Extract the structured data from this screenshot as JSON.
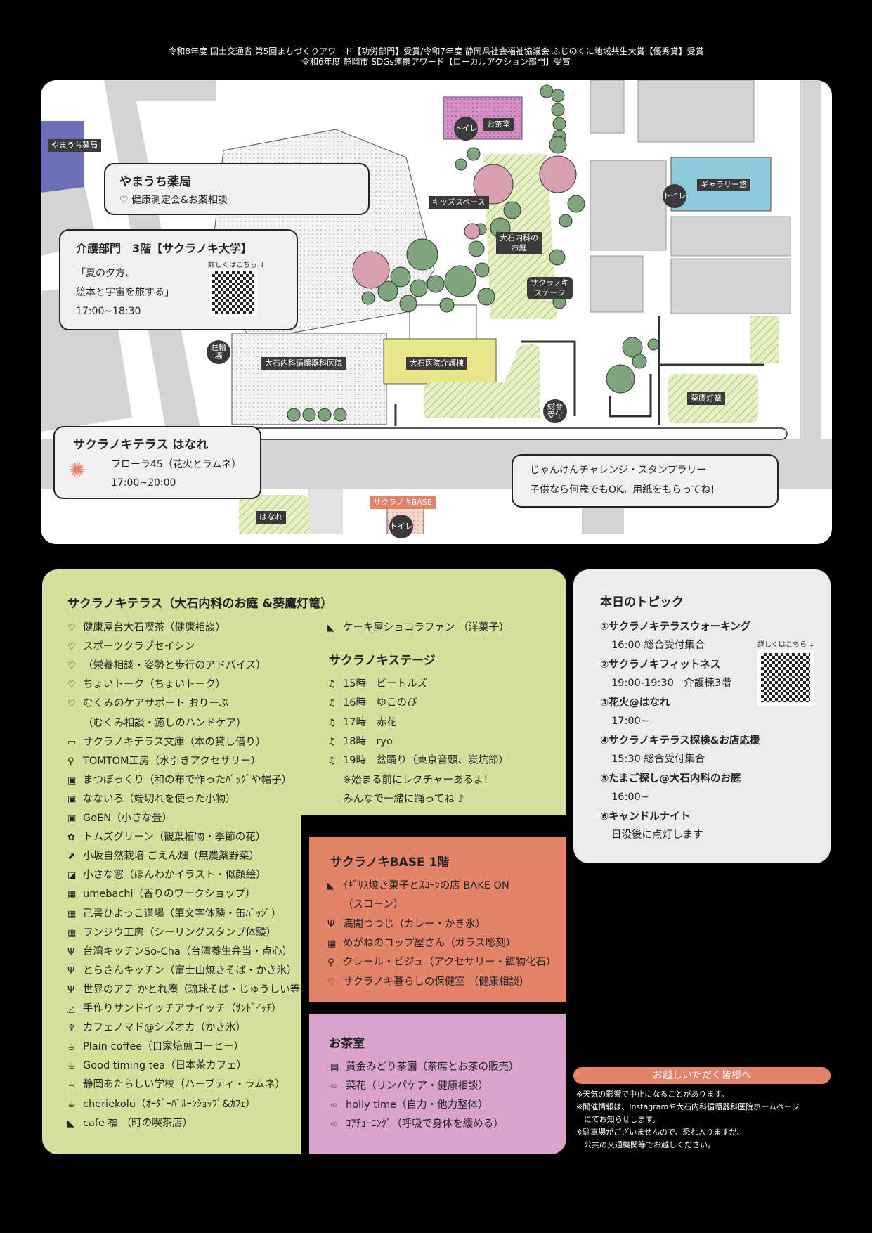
{
  "awards": {
    "line1": "令和8年度 国土交通省 第5回まちづくりアワード【功労部門】受賞/令和7年度 静岡県社会福祉協議会 ふじのくに地域共生大賞【優秀賞】受賞",
    "line2": "令和6年度 静岡市 SDGs連携アワード【ローカルアクション部門】受賞"
  },
  "map": {
    "labels": {
      "yamauchi_small": "やまうち薬局",
      "toilet": "トイレ",
      "ochashitsu": "お茶室",
      "kids": "キッズスペース",
      "garden": "大石内科の\nお庭",
      "stage": "サクラノキ\nステージ",
      "gallery": "ギャラリー悠",
      "bicycle": "駐輪\n場",
      "clinic": "大石内科循環器科医院",
      "care": "大石医院介護棟",
      "reception": "総合\n受付",
      "lantern": "葵鷹灯篭",
      "hanare": "はなれ",
      "base": "サクラノキBASE"
    },
    "yamauchi": {
      "title": "やまうち薬局",
      "sub": "健康測定会&お薬相談"
    },
    "kaigo": {
      "title": "介護部門　3階【サクラノキ大学】",
      "qr_label": "詳しくはこちら ↓",
      "line1": "「夏の夕方、",
      "line2": "絵本と宇宙を旅する」",
      "time": "17:00~18:30"
    },
    "terrace": {
      "title": "サクラノキテラス はなれ",
      "line1": "フローラ45（花火とラムネ）",
      "time": "17:00~20:00"
    },
    "janken": {
      "line1": "じゃんけんチャレンジ・スタンプラリー",
      "line2": "子供なら何歳でもOK。用紙をもらってね!"
    }
  },
  "green": {
    "title": "サクラノキテラス（大石内科のお庭 &葵鷹灯篭）",
    "items": [
      {
        "icon": "♡",
        "text": "健康屋台大石喫茶（健康相談）"
      },
      {
        "icon": "♡",
        "text": "スポーツクラブセイシン"
      },
      {
        "icon": "♡",
        "text": "（栄養相談・姿勢と歩行のアドバイス）"
      },
      {
        "icon": "♡",
        "text": "ちょいトーク（ちょいトーク）"
      },
      {
        "icon": "♡",
        "text": "むくみのケアサポート おりーぶ"
      },
      {
        "icon": "",
        "text": "（むくみ相談・癒しのハンドケア）"
      },
      {
        "icon": "▭",
        "text": "サクラノキテラス文庫（本の貸し借り）"
      },
      {
        "icon": "⚲",
        "text": "TOMTOM工房（水引きアクセサリー）"
      },
      {
        "icon": "▣",
        "text": "まつぼっくり（和の布で作ったﾊﾞｯｸﾞや帽子）"
      },
      {
        "icon": "▣",
        "text": "なないろ（端切れを使った小物）"
      },
      {
        "icon": "▣",
        "text": "GoEN（小さな畳）"
      },
      {
        "icon": "✿",
        "text": "トムズグリーン（観葉植物・季節の花）"
      },
      {
        "icon": "⬈",
        "text": "小坂自然栽培 ごえん畑（無農薬野菜）"
      },
      {
        "icon": "◪",
        "text": "小さな窓（ほんわかイラスト・似顔絵）"
      },
      {
        "icon": "▦",
        "text": "umebachi（香りのワークショップ）"
      },
      {
        "icon": "▦",
        "text": "己書ひよっこ道場（筆文字体験・缶ﾊﾞｯｼﾞ）"
      },
      {
        "icon": "▦",
        "text": "ヲンジウ工房（シーリングスタンプ体験）"
      },
      {
        "icon": "Ψ",
        "text": "台湾キッチンSo-Cha（台湾養生弁当・点心）"
      },
      {
        "icon": "Ψ",
        "text": "とらさんキッチン（富士山焼きそば・かき氷）"
      },
      {
        "icon": "Ψ",
        "text": "世界のアテ かとれ庵（琉球そば・じゅうしい等）"
      },
      {
        "icon": "◿",
        "text": "手作りサンドイッチアサイッチ（ｻﾝﾄﾞｲｯﾁ）"
      },
      {
        "icon": "♆",
        "text": "カフェノマド@シズオカ（かき氷）"
      },
      {
        "icon": "☕",
        "text": "Plain coffee（自家焙煎コーヒー）"
      },
      {
        "icon": "☕",
        "text": "Good timing tea（日本茶カフェ）"
      },
      {
        "icon": "☕",
        "text": "静岡あたらしい学校（ハーブティ・ラムネ）"
      },
      {
        "icon": "☕",
        "text": "cheriekolu（ｵｰﾀﾞｰﾊﾞﾙｰﾝｼｮｯﾌﾟ&ｶﾌｪ）"
      },
      {
        "icon": "◣",
        "text": "cafe 福 （町の喫茶店）"
      }
    ],
    "cake": {
      "icon": "◣",
      "text": "ケーキ屋ショコラファン （洋菓子）"
    },
    "stage_title": "サクラノキステージ",
    "stage": [
      {
        "icon": "♫",
        "text": "15時　ビートルズ"
      },
      {
        "icon": "♫",
        "text": "16時　ゆこのび"
      },
      {
        "icon": "♫",
        "text": "17時　赤花"
      },
      {
        "icon": "♫",
        "text": "18時　ryo"
      },
      {
        "icon": "♫",
        "text": "19時　盆踊り（東京音頭、炭坑節）"
      },
      {
        "icon": "",
        "text": "※始まる前にレクチャーあるよ!"
      },
      {
        "icon": "",
        "text": "みんなで一緒に踊ってね ♪"
      }
    ]
  },
  "orange": {
    "title": "サクラノキBASE 1階",
    "items": [
      {
        "icon": "◣",
        "text": "ｲｷﾞﾘｽ焼き菓子とｽｺｰﾝの店 BAKE ON"
      },
      {
        "icon": "",
        "text": "（スコーン）"
      },
      {
        "icon": "Ψ",
        "text": "満開つつじ（カレー・かき氷）"
      },
      {
        "icon": "▦",
        "text": "めがねのコップ屋さん（ガラス彫刻）"
      },
      {
        "icon": "⚲",
        "text": "クレール・ビジュ（アクセサリー・鉱物化石）"
      },
      {
        "icon": "♡",
        "text": "サクラノキ暮らしの保健室 （健康相談）"
      }
    ]
  },
  "pink": {
    "title": "お茶室",
    "items": [
      {
        "icon": "▤",
        "text": "黄金みどり茶園（茶席とお茶の販売）"
      },
      {
        "icon": "∞",
        "text": "菜花（リンパケア・健康相談）"
      },
      {
        "icon": "∞",
        "text": "holly time（自力・他力整体）"
      },
      {
        "icon": "∞",
        "text": "ｺｱﾁｭｰﾆﾝｸﾞ（呼吸で身体を緩める）"
      }
    ]
  },
  "topics": {
    "title": "本日のトピック",
    "qr_label": "詳しくはこちら ↓",
    "items": [
      {
        "head": "①サクラノキテラスウォーキング",
        "sub": "16:00 総合受付集合"
      },
      {
        "head": "②サクラノキフィットネス",
        "sub": "19:00-19:30　介護棟3階"
      },
      {
        "head": "③花火@はなれ",
        "sub": "17:00~"
      },
      {
        "head": "④サクラノキテラス探検&お店応援",
        "sub": "15:30 総合受付集合"
      },
      {
        "head": "⑤たまご探し@大石内科のお庭",
        "sub": "16:00~"
      },
      {
        "head": "⑥キャンドルナイト",
        "sub": "日没後に点灯します"
      }
    ]
  },
  "notice": {
    "title": "お越しいただく皆様へ",
    "lines": [
      "※天気の影響で中止になることがあります。",
      "※開催情報は、Instagramや大石内科循環器科医院ホームページ",
      "　にてお知らせします。",
      "※駐車場がございませんので、恐れ入りますが、",
      "　公共の交通機関等でお越しください。"
    ]
  },
  "colors": {
    "green": "#d5e09c",
    "orange": "#e3846a",
    "pink": "#d9a3cb",
    "gray": "#ececec",
    "map_road": "#d4d4d4"
  }
}
